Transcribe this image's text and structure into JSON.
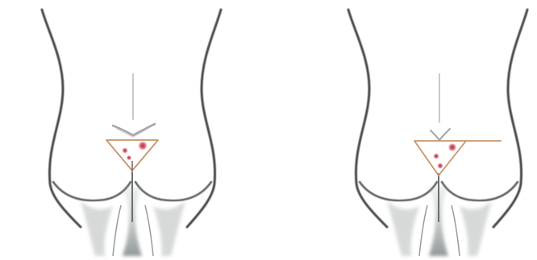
{
  "figure": {
    "panels": [
      {
        "id": "left",
        "lesion_count": 3,
        "marking": "inverted-triangle"
      },
      {
        "id": "right",
        "lesion_count": 3,
        "marking": "inverted-triangle-with-horizontal-extension"
      }
    ],
    "colors": {
      "background": "#ffffff",
      "body_outline": "#4a4a4a",
      "shading": "#8a8f8f",
      "triangle_line": "#c8956a",
      "lesion_fill": "#e8a0a8",
      "lesion_core": "#b03040"
    }
  }
}
